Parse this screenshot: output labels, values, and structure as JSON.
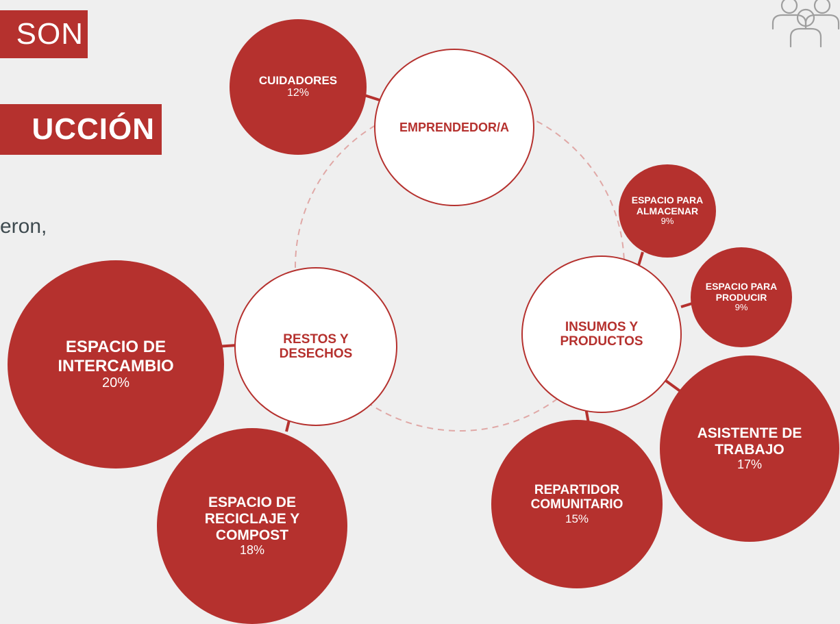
{
  "header": {
    "tag_top": "SON",
    "tag_mid": "UCCIÓN",
    "body_text": "eron,"
  },
  "icons": {
    "people": "people-group-icon"
  },
  "colors": {
    "accent": "#b5312e",
    "background": "#efefef",
    "node_fill": "#ffffff",
    "body_text": "#3e4a4f"
  },
  "hubs": [
    {
      "id": "emprendedor",
      "label": "EMPRENDEDOR/A"
    },
    {
      "id": "restos",
      "label": "RESTOS Y\nDESECHOS"
    },
    {
      "id": "insumos",
      "label": "INSUMOS Y\nPRODUCTOS"
    }
  ],
  "roles": [
    {
      "id": "cuidadores",
      "label": "CUIDADORES",
      "percent": "12%"
    },
    {
      "id": "almacenar",
      "label": "ESPACIO PARA\nALMACENAR",
      "percent": "9%"
    },
    {
      "id": "producir",
      "label": "ESPACIO PARA\nPRODUCIR",
      "percent": "9%"
    },
    {
      "id": "asistente",
      "label": "ASISTENTE DE\nTRABAJO",
      "percent": "17%"
    },
    {
      "id": "repartidor",
      "label": "REPARTIDOR\nCOMUNITARIO",
      "percent": "15%"
    },
    {
      "id": "intercambio",
      "label": "ESPACIO DE\nINTERCAMBIO",
      "percent": "20%"
    },
    {
      "id": "reciclaje",
      "label": "ESPACIO DE\nRECICLAJE Y\nCOMPOST",
      "percent": "18%"
    }
  ]
}
